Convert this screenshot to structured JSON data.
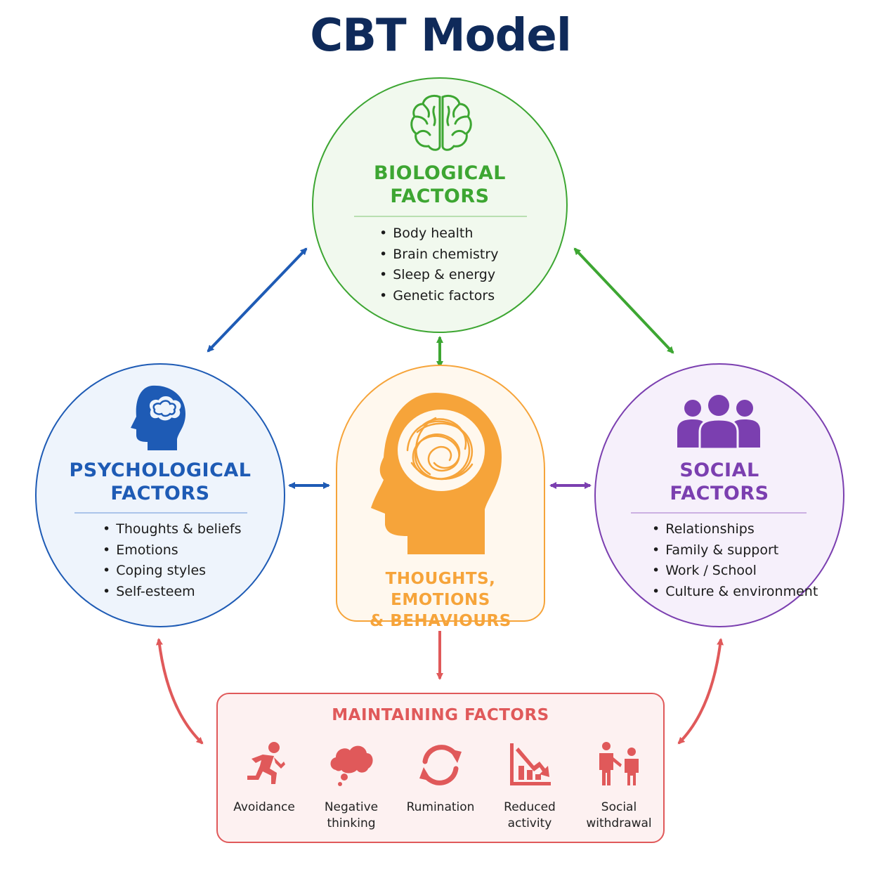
{
  "title": "CBT Model",
  "biological": {
    "heading_line1": "BIOLOGICAL",
    "heading_line2": "FACTORS",
    "items": [
      "Body health",
      "Brain chemistry",
      "Sleep & energy",
      "Genetic factors"
    ],
    "icon": "brain-icon",
    "color": "#3da632"
  },
  "psychological": {
    "heading_line1": "PSYCHOLOGICAL",
    "heading_line2": "FACTORS",
    "items": [
      "Thoughts & beliefs",
      "Emotions",
      "Coping styles",
      "Self-esteem"
    ],
    "icon": "head-thought-icon",
    "color": "#1e5bb5"
  },
  "social": {
    "heading_line1": "SOCIAL",
    "heading_line2": "FACTORS",
    "items": [
      "Relationships",
      "Family & support",
      "Work / School",
      "Culture & environment"
    ],
    "icon": "people-group-icon",
    "color": "#7b3fb0"
  },
  "center": {
    "label_line1": "THOUGHTS, EMOTIONS",
    "label_line2": "& BEHAVIOURS",
    "icon": "tangled-mind-head-icon",
    "color": "#f6a43a"
  },
  "maintaining": {
    "heading": "MAINTAINING FACTORS",
    "color": "#e0595a",
    "items": [
      {
        "line1": "Avoidance",
        "line2": "",
        "icon": "running-person-icon"
      },
      {
        "line1": "Negative",
        "line2": "thinking",
        "icon": "storm-cloud-icon"
      },
      {
        "line1": "Rumination",
        "line2": "",
        "icon": "cycle-arrows-icon"
      },
      {
        "line1": "Reduced",
        "line2": "activity",
        "icon": "declining-chart-icon"
      },
      {
        "line1": "Social",
        "line2": "withdrawal",
        "icon": "withdrawing-people-icon"
      }
    ]
  }
}
